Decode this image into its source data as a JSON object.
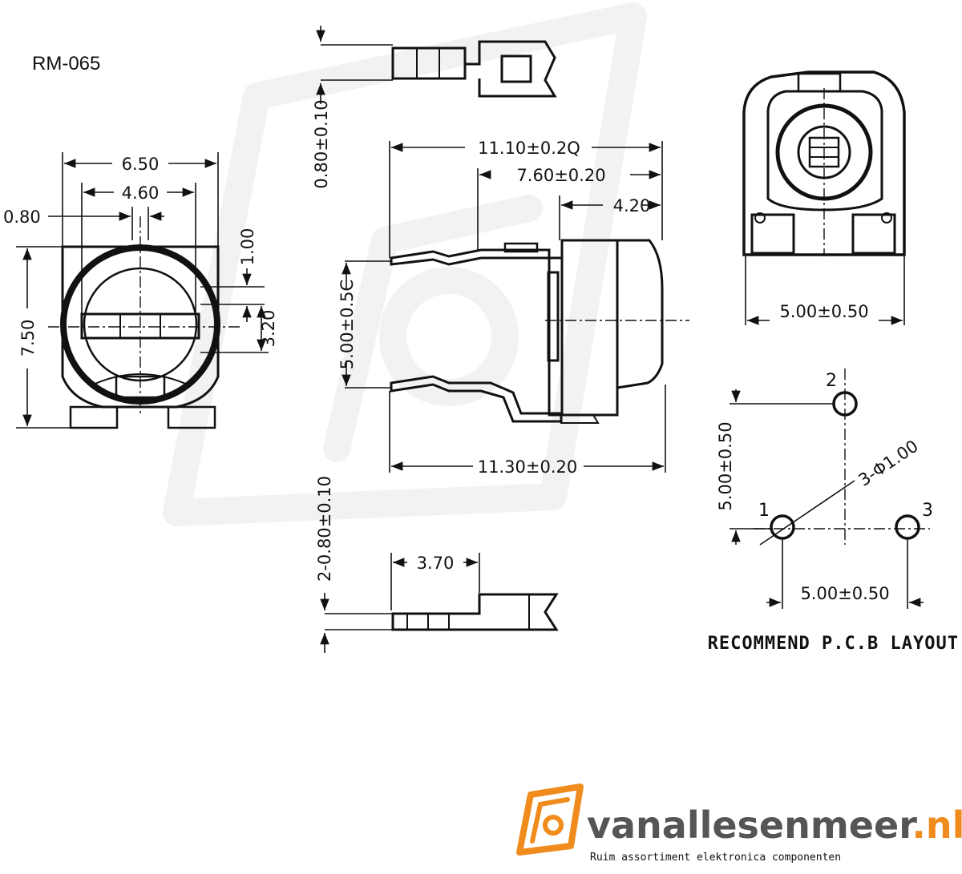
{
  "title": "RM-065",
  "dimensions": {
    "front_width": "6.50",
    "front_inner": "4.60",
    "front_small": "0.80",
    "front_height": "7.50",
    "front_slot": "1.00",
    "front_center": "3.20",
    "side_width_top": "11.10±0.2Q",
    "side_width_mid": "7.60±0.20",
    "side_cap": "4.20",
    "side_height": "5.00±0.5C",
    "side_width_bottom": "11.30±0.20",
    "pin_thickness": "0.80±0.10",
    "pin_thickness_2": "2-0.80±0.10",
    "pin_offset": "3.70",
    "back_width": "5.00±0.50",
    "pcb_height": "5.00±0.50",
    "pcb_width": "5.00±0.50",
    "pcb_holes": "3-Φ1.00"
  },
  "pins": {
    "pin1": "1",
    "pin2": "2",
    "pin3": "3"
  },
  "caption": "RECOMMEND P.C.B LAYOUT",
  "brand": {
    "name_prefix": "vanallesenmeer",
    "name_suffix": ".nl",
    "tagline": "Ruim assortiment elektronica componenten",
    "color_dark": "#555555",
    "color_orange": "#f08c1e"
  }
}
